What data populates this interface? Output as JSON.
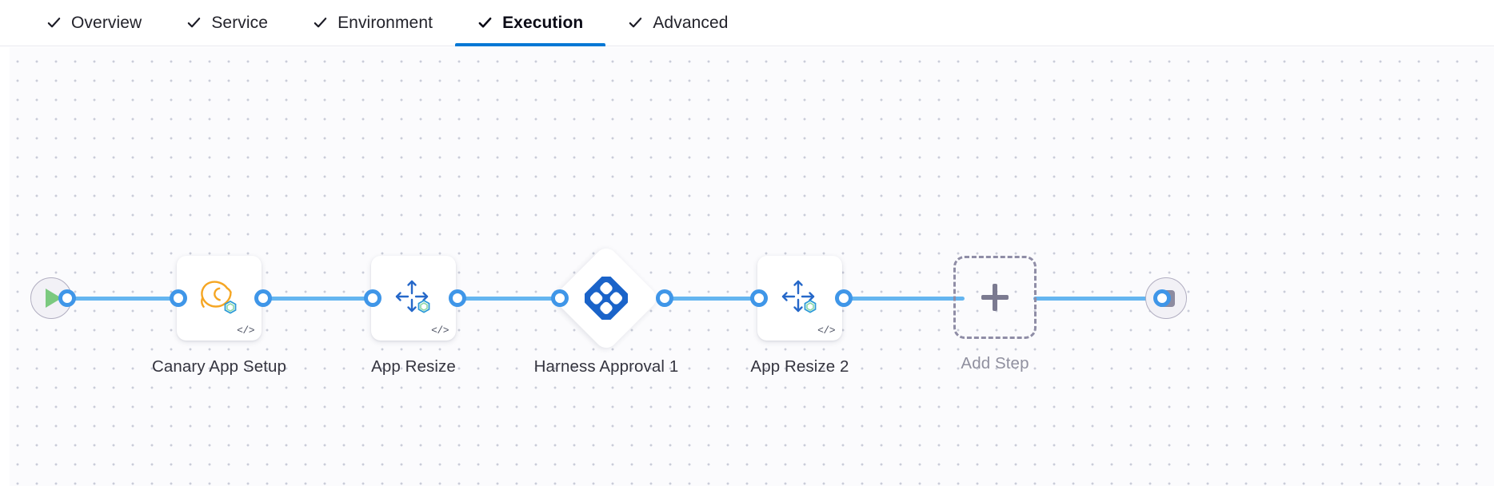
{
  "tabs": [
    {
      "label": "Overview",
      "icon": "check-icon",
      "active": false
    },
    {
      "label": "Service",
      "icon": "check-icon",
      "active": false
    },
    {
      "label": "Environment",
      "icon": "check-icon",
      "active": false
    },
    {
      "label": "Execution",
      "icon": "check-icon",
      "active": true
    },
    {
      "label": "Advanced",
      "icon": "check-icon",
      "active": false
    }
  ],
  "colors": {
    "accent_blue": "#0278d5",
    "wire_blue": "#64b5f0",
    "port_blue": "#3f96e8",
    "harness_blue": "#1a63c9",
    "canary_orange": "#f5a623",
    "resize_blue": "#2668c9",
    "dashed_gray": "#8f8da6",
    "start_green": "#7bc97f",
    "stop_gray": "#8d8ba0",
    "canvas_bg": "#fbfbfd",
    "grid_dot": "#c9ccd8"
  },
  "pipeline": {
    "start_node": {
      "name": "start",
      "icon": "play-icon"
    },
    "end_node": {
      "name": "end",
      "icon": "stop-icon"
    },
    "steps": [
      {
        "label": "Canary App Setup",
        "icon": "canary-bird-icon",
        "badge": "code-icon",
        "type": "step"
      },
      {
        "label": "App Resize",
        "icon": "resize-arrows-icon",
        "badge": "code-icon",
        "type": "step"
      },
      {
        "label": "Harness Approval 1",
        "icon": "harness-logo-icon",
        "badge": "",
        "type": "approval"
      },
      {
        "label": "App Resize 2",
        "icon": "resize-arrows-icon",
        "badge": "code-icon",
        "type": "step"
      },
      {
        "label": "Add Step",
        "icon": "plus-icon",
        "badge": "",
        "type": "add"
      }
    ]
  }
}
